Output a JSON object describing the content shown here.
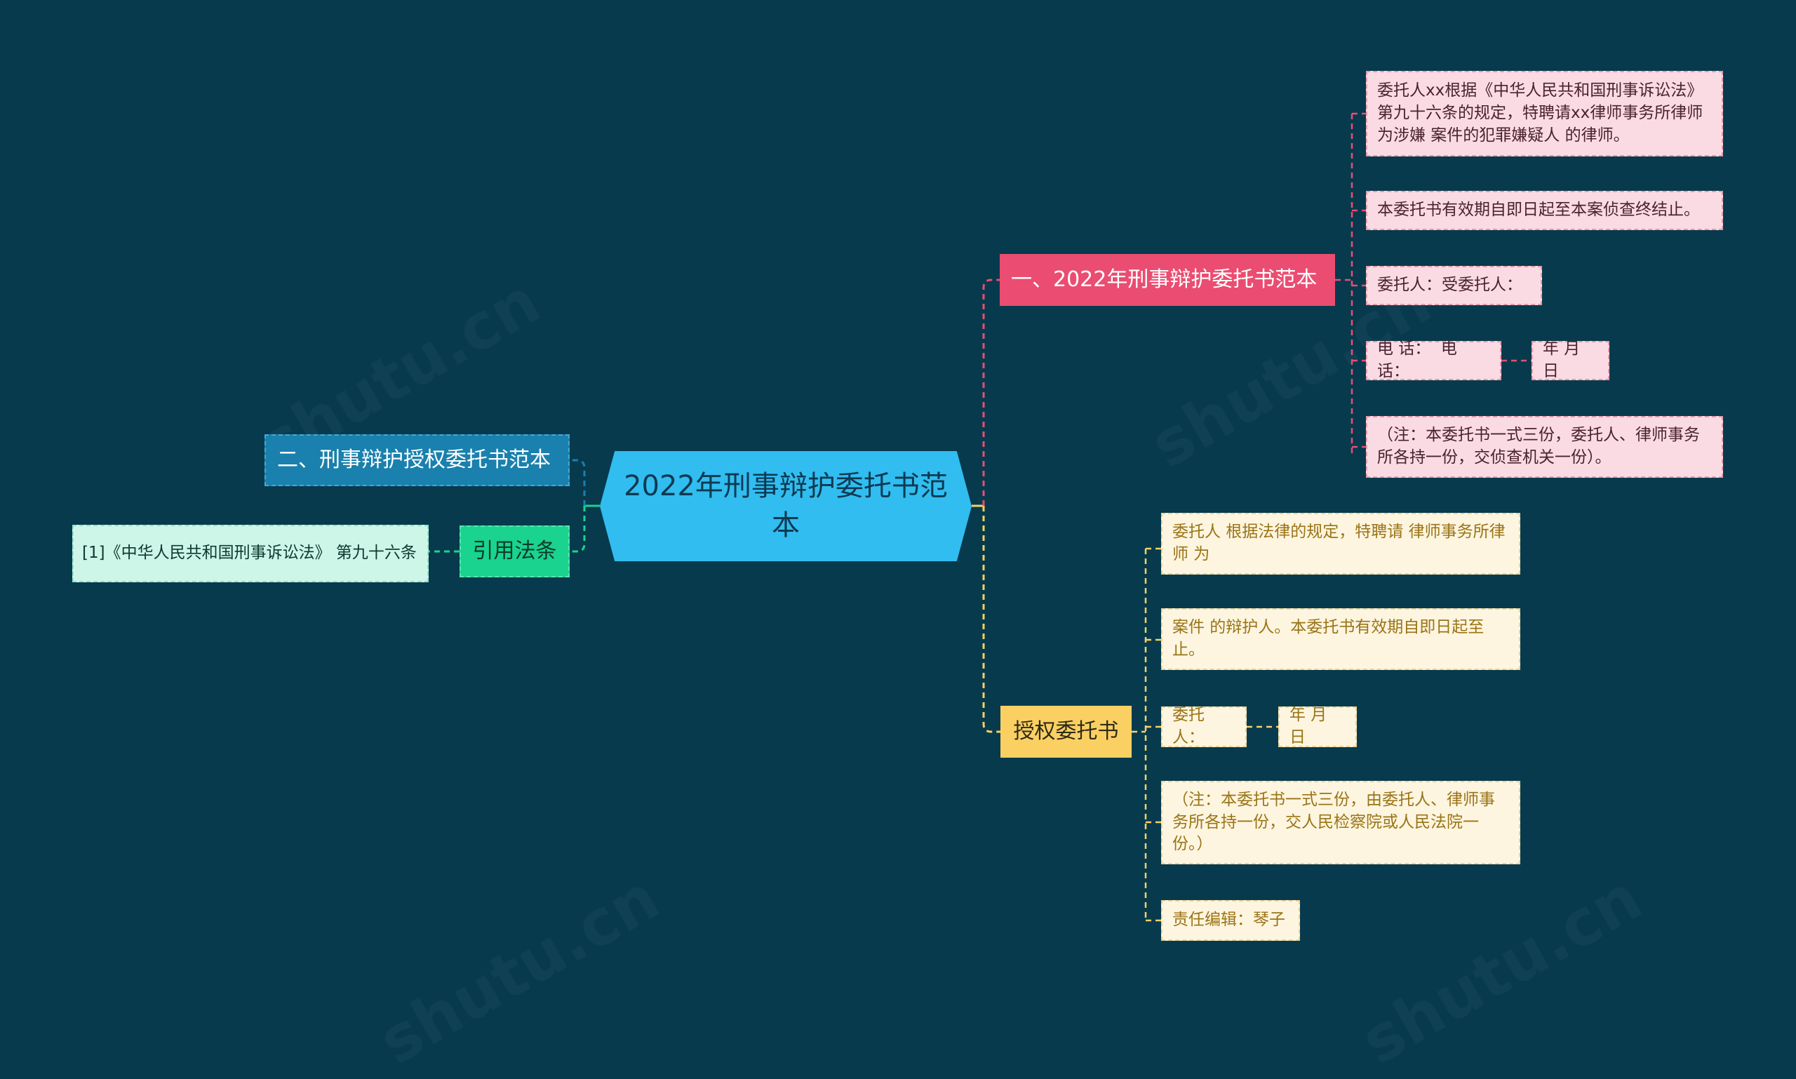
{
  "root": {
    "label": "2022年刑事辩护委托书范本"
  },
  "colors": {
    "background": "#073a4d",
    "root": "#31bdf0",
    "branch_pink": "#ea4d71",
    "branch_yellow": "#fbd062",
    "branch_blue": "#1a80ad",
    "branch_green": "#19d38f"
  },
  "branches": {
    "sample_one": {
      "label": "一、2022年刑事辩护委托书范本",
      "items": [
        "委托人xx根据《中华人民共和国刑事诉讼法》第九十六条的规定，特聘请xx律师事务所律师为涉嫌 案件的犯罪嫌疑人 的律师。",
        "本委托书有效期自即日起至本案侦查终结止。",
        "委托人：受委托人：",
        "电 话：  电 话：",
        "（注：本委托书一式三份，委托人、律师事务所各持一份，交侦查机关一份）。"
      ],
      "date_child": "年 月 日"
    },
    "authorization": {
      "label": "授权委托书",
      "items": [
        "委托人 根据法律的规定，特聘请 律师事务所律师 为",
        "案件 的辩护人。本委托书有效期自即日起至止。",
        "委托人：",
        "（注：本委托书一式三份，由委托人、律师事务所各持一份，交人民检察院或人民法院一份。）",
        "责任编辑：琴子"
      ],
      "date_child": "年 月 日"
    },
    "sample_two": {
      "label": "二、刑事辩护授权委托书范本"
    },
    "citation": {
      "label": "引用法条",
      "items": [
        "[1]《中华人民共和国刑事诉讼法》 第九十六条"
      ]
    }
  }
}
